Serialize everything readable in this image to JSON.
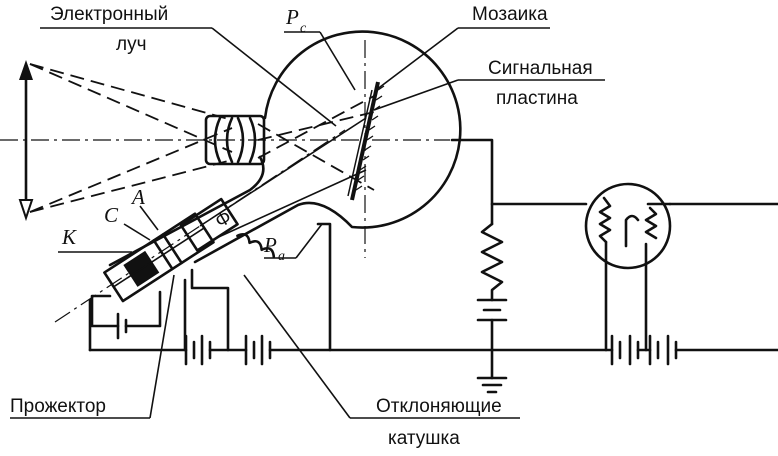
{
  "labels": {
    "electron_beam_line1": "Электронный",
    "electron_beam_line2": "луч",
    "pc_symbol": "P",
    "pc_sub": "c",
    "mosaic": "Мозаика",
    "signal_plate_line1": "Сигнальная",
    "signal_plate_line2": "пластина",
    "a_symbol": "A",
    "c_symbol": "C",
    "k_symbol": "K",
    "phi_symbol": "Φ",
    "pa_symbol": "P",
    "pa_sub": "a",
    "projector": "Прожектор",
    "deflecting_line1": "Отклоняющие",
    "deflecting_line2": "катушка"
  }
}
